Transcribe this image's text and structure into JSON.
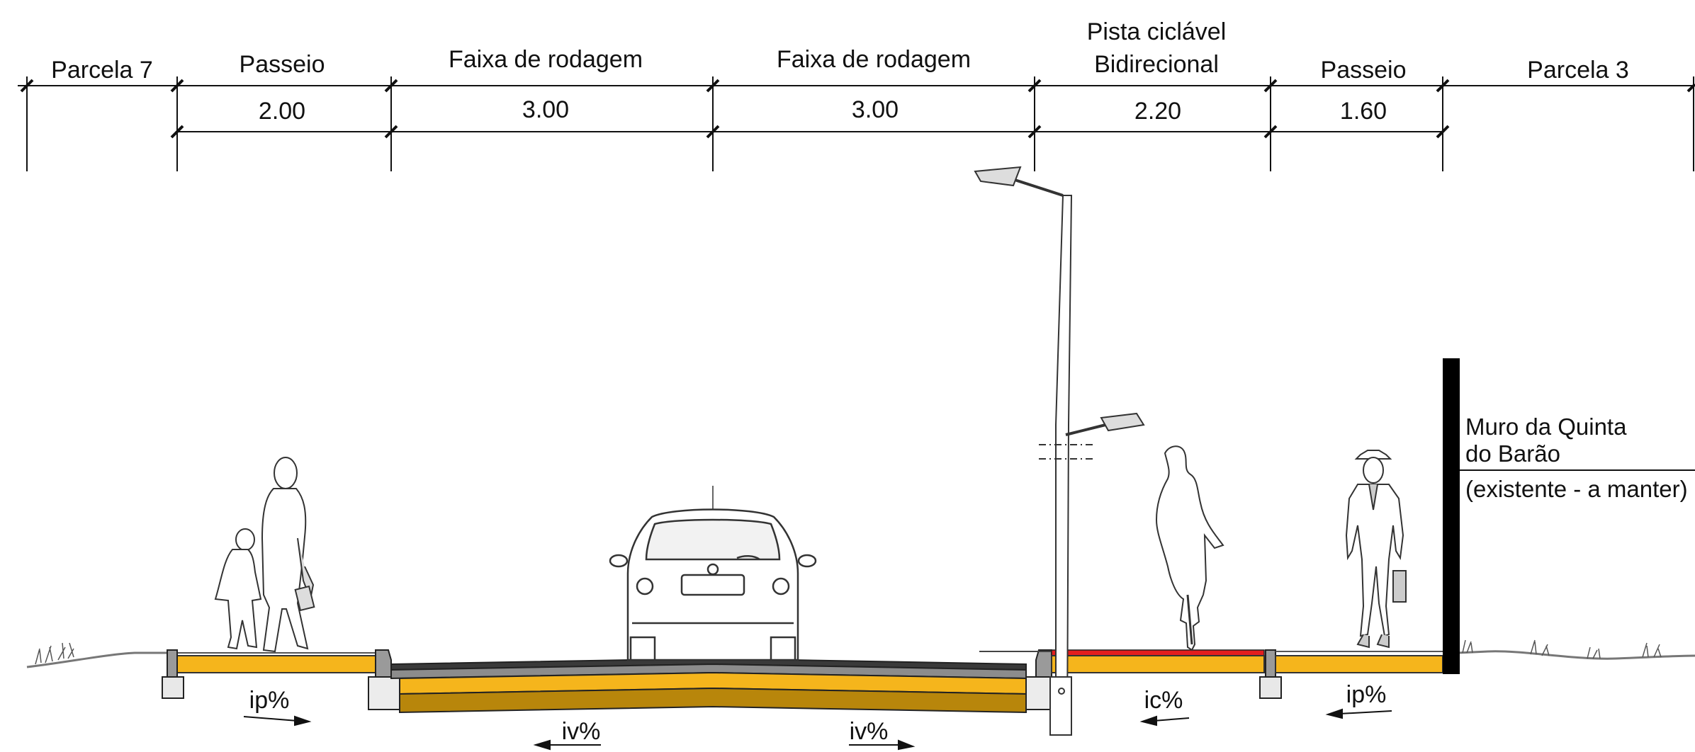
{
  "sections": [
    {
      "id": "parcela-7",
      "label": "Parcela 7",
      "width": ""
    },
    {
      "id": "passeio-left",
      "label": "Passeio",
      "width": "2.00"
    },
    {
      "id": "faixa-1",
      "label": "Faixa de rodagem",
      "width": "3.00"
    },
    {
      "id": "faixa-2",
      "label": "Faixa de rodagem",
      "width": "3.00"
    },
    {
      "id": "ciclavel",
      "label_line1": "Pista ciclável",
      "label_line2": "Bidirecional",
      "width": "2.20"
    },
    {
      "id": "passeio-right",
      "label": "Passeio",
      "width": "1.60"
    },
    {
      "id": "parcela-3",
      "label": "Parcela 3",
      "width": ""
    }
  ],
  "wall": {
    "line1": "Muro da Quinta",
    "line2": "do Barão",
    "line3": "(existente - a manter)"
  },
  "slopes": {
    "sidewalk_left": "ip%",
    "road_left": "iv%",
    "road_right": "iv%",
    "bike": "ic%",
    "sidewalk_right": "ip%"
  },
  "colors": {
    "sidewalk": "#F5B51C",
    "road_base": "#F5B51C",
    "road_subbase": "#B8860B",
    "asphalt": "#7A7A7A",
    "bike_surface": "#E31E1E",
    "wall": "#000000"
  },
  "icons": [
    "pedestrian-adult-child-icon",
    "car-rear-icon",
    "street-lamp-icon",
    "cyclist-icon",
    "businessman-icon",
    "grass-icon"
  ]
}
